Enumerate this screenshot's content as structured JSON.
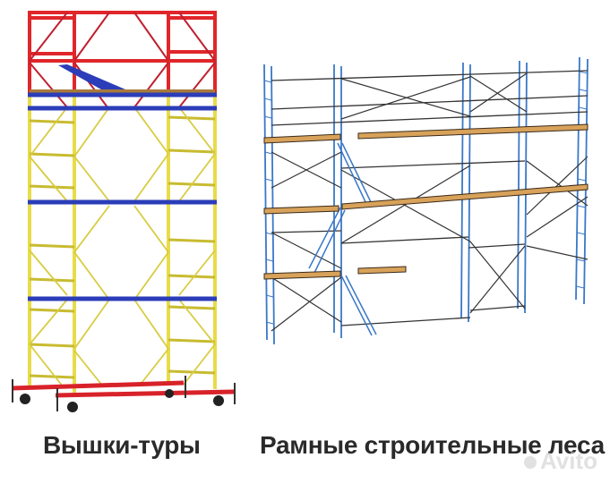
{
  "images": {
    "left": {
      "label": "Вышки-туры",
      "colors": {
        "top_frame": "#e0262a",
        "platform": "#2b3db8",
        "body": "#e8dc4a",
        "base": "#d8222a",
        "deck": "#a87a3a"
      }
    },
    "right": {
      "label": "Рамные строительные леса",
      "colors": {
        "frame": "#3a78c8",
        "brace": "#333333",
        "plank": "#d8a25a"
      }
    }
  },
  "watermark": {
    "text": "Avito"
  }
}
